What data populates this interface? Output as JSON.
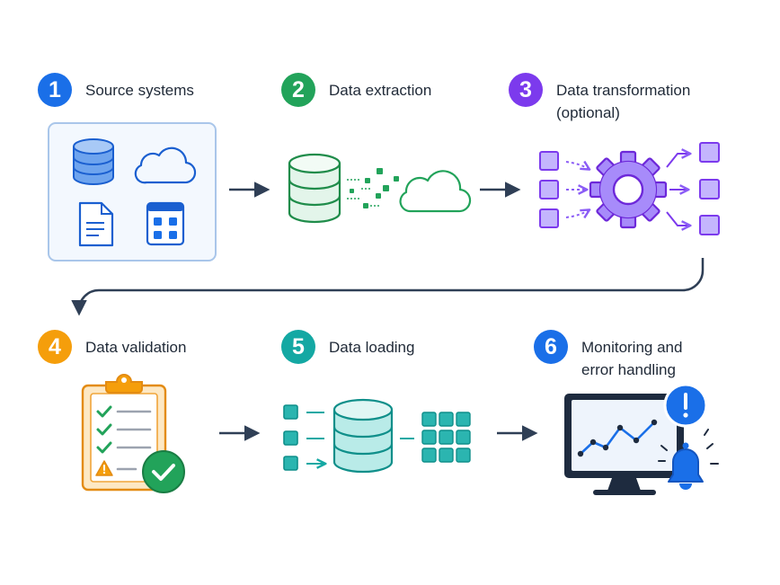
{
  "steps": [
    {
      "number": "1",
      "label_lines": [
        "Source systems"
      ],
      "color": "#1a6fe8"
    },
    {
      "number": "2",
      "label_lines": [
        "Data extraction"
      ],
      "color": "#22a35a"
    },
    {
      "number": "3",
      "label_lines": [
        "Data transformation",
        "(optional)"
      ],
      "color": "#7c3aed"
    },
    {
      "number": "4",
      "label_lines": [
        "Data validation"
      ],
      "color": "#f59e0b"
    },
    {
      "number": "5",
      "label_lines": [
        "Data loading"
      ],
      "color": "#14a8a3"
    },
    {
      "number": "6",
      "label_lines": [
        "Monitoring and",
        "error handling"
      ],
      "color": "#1a6fe8"
    }
  ],
  "icons": {
    "step1": [
      "database-icon",
      "cloud-icon",
      "document-icon",
      "table-grid-icon"
    ],
    "step2": [
      "database-icon",
      "data-particles-icon",
      "cloud-icon"
    ],
    "step3": [
      "input-squares-icon",
      "gear-icon",
      "output-squares-icon"
    ],
    "step4": [
      "clipboard-checklist-icon",
      "warning-icon",
      "check-circle-icon"
    ],
    "step5": [
      "input-squares-icon",
      "database-icon",
      "table-grid-icon"
    ],
    "step6": [
      "monitor-chart-icon",
      "alert-icon",
      "bell-icon"
    ]
  },
  "colors": {
    "arrow": "#2f3f56",
    "panel_border": "#a9c6ea"
  }
}
